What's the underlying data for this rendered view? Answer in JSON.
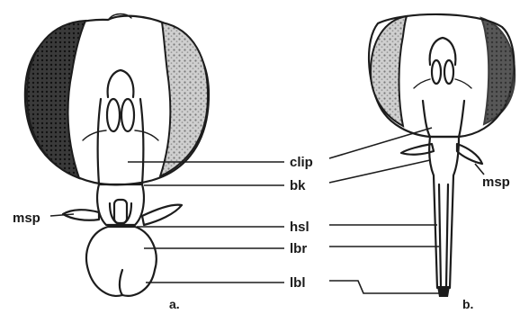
{
  "labels": {
    "clip": "clip",
    "bk": "bk",
    "hsl": "hsl",
    "lbr": "lbr",
    "lbl": "lbl",
    "msp_left": "msp",
    "msp_right": "msp"
  },
  "panels": {
    "a": "a.",
    "b": "b."
  }
}
